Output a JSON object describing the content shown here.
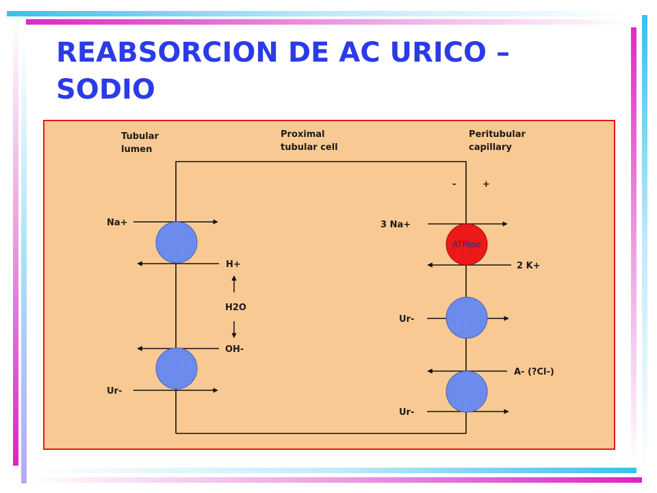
{
  "slide": {
    "title_line1": "REABSORCION DE AC URICO –",
    "title_line2": "SODIO"
  },
  "diagram": {
    "header_tubular_lumen": [
      "Tubular",
      "lumen"
    ],
    "header_proximal_cell": [
      "Proximal",
      "tubular cell"
    ],
    "header_peritubular": [
      "Peritubular",
      "capillary"
    ],
    "membrane_minus": "-",
    "membrane_plus": "+",
    "left_na": "Na+",
    "left_h": "H+",
    "center_h2o": "H2O",
    "left_oh": "OH-",
    "left_ur": "Ur-",
    "right_3na": "3 Na+",
    "atpase_label": "ATPase",
    "right_2k": "2 K+",
    "right_ur_upper": "Ur-",
    "right_anion": "A- (?Cl-)",
    "right_ur_lower": "Ur-"
  },
  "colors": {
    "title": "#2b3be8",
    "figure_background": "#f9c993",
    "figure_border": "#e01818",
    "transporter": "#6f8ff0",
    "atpase": "#f01a1a"
  }
}
